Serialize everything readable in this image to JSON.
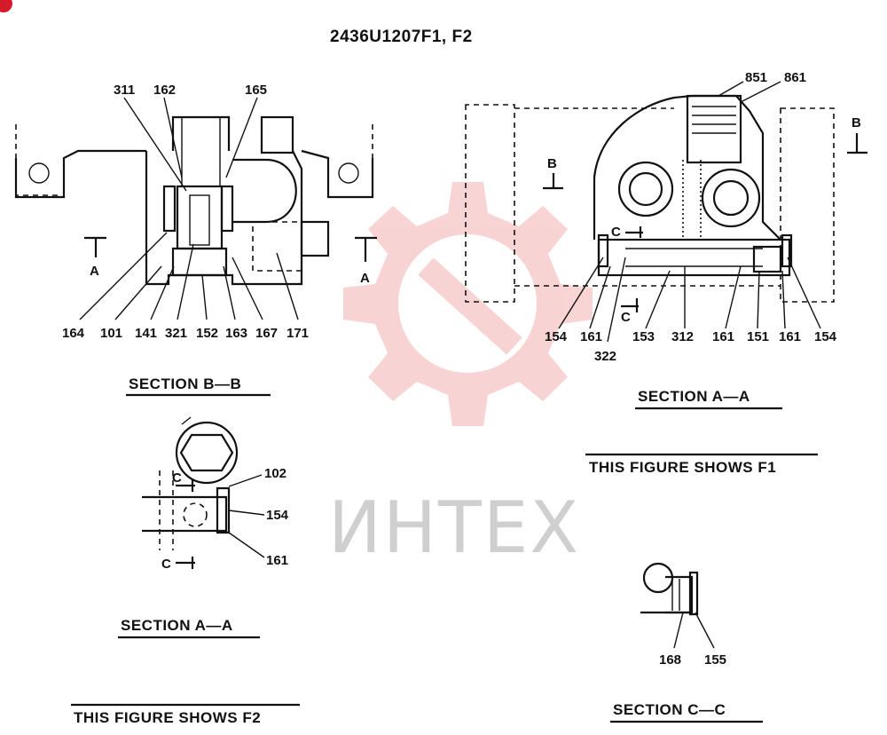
{
  "title": "2436U1207F1, F2",
  "watermark": {
    "text": "ИНТЕХ",
    "color": "#e23b3b"
  },
  "section_bb": {
    "caption": "SECTION  B—B",
    "cut_left": "A",
    "cut_right": "A",
    "labels": {
      "p311": "311",
      "p162": "162",
      "p165": "165",
      "p164": "164",
      "p101": "101",
      "p141": "141",
      "p321": "321",
      "p152": "152",
      "p163": "163",
      "p167": "167",
      "p171": "171"
    }
  },
  "section_aa_f1": {
    "caption": "SECTION  A—A",
    "shows": "THIS FIGURE SHOWS   F1",
    "cut_b_left": "B",
    "cut_b_right": "B",
    "cut_c_top": "C",
    "cut_c_bottom": "C",
    "labels": {
      "p851": "851",
      "p861": "861",
      "p154a": "154",
      "p161a": "161",
      "p322": "322",
      "p153": "153",
      "p312": "312",
      "p161b": "161",
      "p151": "151",
      "p161c": "161",
      "p154b": "154"
    }
  },
  "section_aa_f2": {
    "caption": "SECTION  A—A",
    "shows": "THIS FIGURE SHOWS   F2",
    "cut_c_top": "C",
    "cut_c_bottom": "C",
    "labels": {
      "p102": "102",
      "p154": "154",
      "p161": "161"
    }
  },
  "section_cc": {
    "caption": "SECTION   C—C",
    "labels": {
      "p168": "168",
      "p155": "155"
    }
  }
}
